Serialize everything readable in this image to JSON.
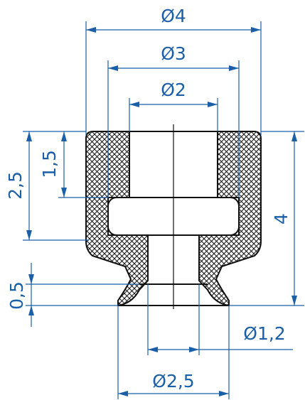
{
  "colors": {
    "dimension": "#1b5fa8",
    "outline": "#111111",
    "background": "#ffffff"
  },
  "labels": {
    "d4": "Ø4",
    "d3": "Ø3",
    "d2": "Ø2",
    "h25": "2,5",
    "h15": "1,5",
    "h4": "4",
    "h05": "0,5",
    "d12": "Ø1,2",
    "d25": "Ø2,5"
  }
}
